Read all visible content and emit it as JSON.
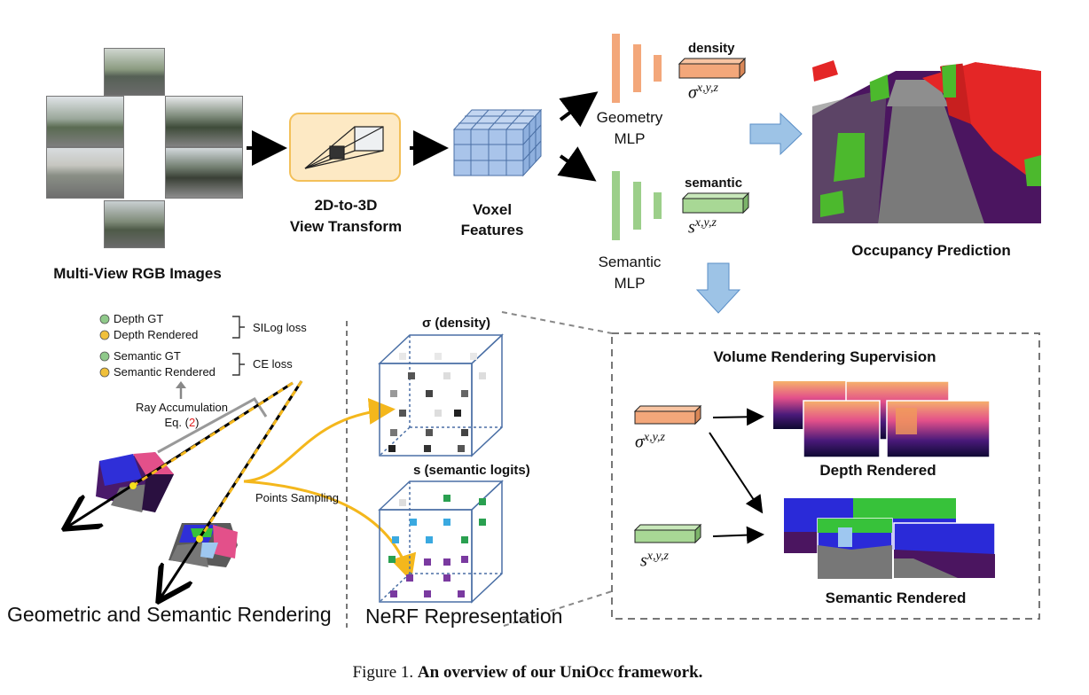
{
  "title": "",
  "top_row": {
    "multiview_label": "Multi-View RGB Images",
    "view_transform_label_line1": "2D-to-3D",
    "view_transform_label_line2": "View Transform",
    "voxel_label_line1": "Voxel",
    "voxel_label_line2": "Features",
    "geometry_mlp_line1": "Geometry",
    "geometry_mlp_line2": "MLP",
    "semantic_mlp_line1": "Semantic",
    "semantic_mlp_line2": "MLP",
    "density_label": "density",
    "semantic_label": "semantic",
    "sigma_xyz": "σ",
    "s_xyz": "s",
    "xyz_sup": "x,y,z",
    "occupancy_label": "Occupancy Prediction"
  },
  "legend": {
    "depth_gt": "Depth GT",
    "depth_rendered": "Depth Rendered",
    "silog_loss": "SILog loss",
    "semantic_gt": "Semantic GT",
    "semantic_rendered": "Semantic Rendered",
    "ce_loss": "CE loss",
    "ray_accumulation": "Ray Accumulation",
    "eq_prefix": "Eq. (",
    "eq_number": "2",
    "eq_suffix": ")",
    "points_sampling": "Points Sampling"
  },
  "bottom_left": {
    "rendering_label": "Geometric and Semantic Rendering",
    "nerf_label": "NeRF Representation",
    "density_cube_label": "σ (density)",
    "semantic_cube_label": "s (semantic logits)"
  },
  "supervision": {
    "title": "Volume Rendering Supervision",
    "depth_rendered_label": "Depth Rendered",
    "semantic_rendered_label": "Semantic Rendered",
    "sigma": "σ",
    "s": "s",
    "xyz_sup": "x,y,z"
  },
  "caption": {
    "prefix": "Figure 1. ",
    "text": "An overview of our UniOcc framework."
  },
  "colors": {
    "geometry_orange": "#f3a77a",
    "semantic_green": "#9ccf8a",
    "voxel_blue": "#a9c4ea",
    "view_transform_box": "#fde9c4",
    "arrow_blue": "#9dc3e6",
    "yellow_ray": "#f4b71c",
    "dot_green": "#8fc98a",
    "dot_yellow": "#f0c03a",
    "eq_red": "#e02020"
  }
}
